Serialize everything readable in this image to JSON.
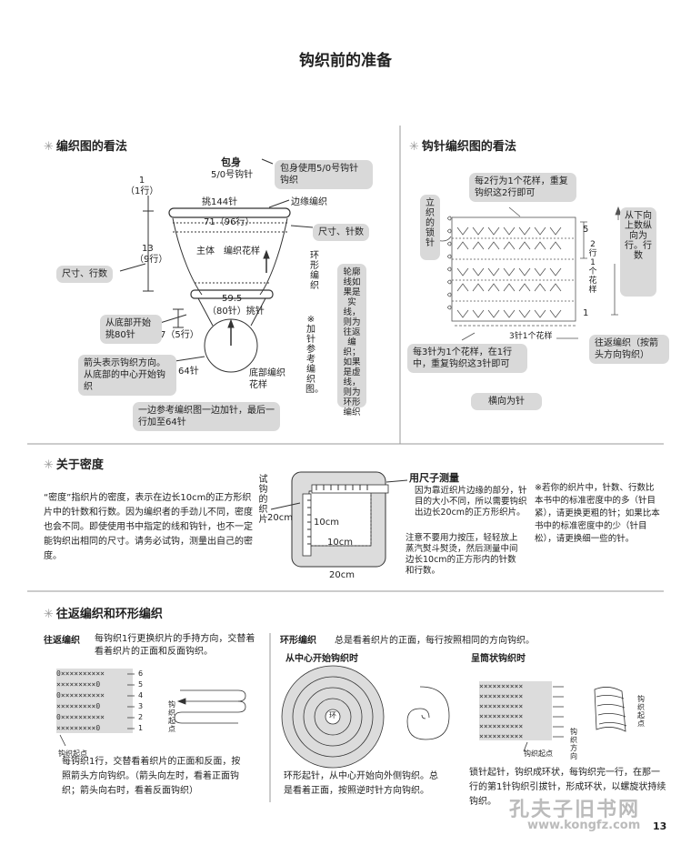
{
  "page_title": "钩织前的准备",
  "sec1": {
    "title": "编织图的看法",
    "bag_label": "包身",
    "needle": "5/0号钩针",
    "bag_note": "包身使用5/0号钩针钩织",
    "one": "1",
    "one_row": "（1行）",
    "pick": "挑144针",
    "edge": "边缘编织",
    "w71": "71（96行）",
    "size_needle": "尺寸、针数",
    "h13": "13",
    "row9": "（9行）",
    "main": "主体　编织花样",
    "size_rows": "尺寸、行数",
    "ring": "环形编织",
    "w595": "59.5",
    "st80": "（80针）挑针",
    "rows5": "7（5行）",
    "from_bottom": "从底部开始挑80针",
    "arrow_note": "箭头表示钩织方向。从底部的中心开始钩织",
    "st64": "64针",
    "bottom": "底部编织花样",
    "inc_note": "一边参考编织图一边加针，最后一行加至64针",
    "ref_note": "※加针参考编织图。",
    "outline_note": "轮廓线如果是实线，则为往返编织；如果是虚线，则为环形编织"
  },
  "sec2": {
    "title": "钩针编织图的看法",
    "repeat2": "每2行为1个花样，重复钩织这2行即可",
    "chain": "立织的锁针",
    "vertical": "从下向上数纵向为行。行数",
    "two_rows": "2行1个花样",
    "row5": "5",
    "row1": "1",
    "three_st": "3针1个花样",
    "repeat3": "每3针为1个花样，在1行中，重复钩织这3针即可",
    "return_note": "往返编织（按箭头方向钩织）",
    "horizontal": "横向为针"
  },
  "sec3": {
    "title": "关于密度",
    "density_text": "“密度”指织片的密度，表示在边长10cm的正方形织片中的针数和行数。因为编织者的手劲儿不同，密度也会不同。即使使用书中指定的线和钩针，也不一定能钩织出相同的尺寸。请务必试钩，测量出自己的密度。",
    "swatch": "试钩的织片",
    "cm20a": "20cm",
    "cm20b": "20cm",
    "cm10a": "10cm",
    "cm10b": "10cm",
    "ruler": "用尺子测量",
    "ruler_note": "因为靠近织片边缘的部分，针目的大小不同，所以需要钩织出边长20cm的正方形织片。",
    "press_note": "注意不要用力按压，轻轻放上蒸汽熨斗熨烫，然后测量中间边长10cm的正方形内的针数和行数。",
    "star_note": "※若你的织片中，针数、行数比本书中的标准密度中的多（针目紧），请更换更粗的针；如果比本书中的标准密度中的少（针目松），请更换细一些的针。"
  },
  "sec4": {
    "title": "往返编织和环形编织",
    "flat_label": "往返编织",
    "flat_desc": "每钩织1行更换织片的手持方向，交替着看着织片的正面和反面钩织。",
    "flat_rows": [
      "6",
      "5",
      "4",
      "3",
      "2",
      "1"
    ],
    "flat_start": "钩织起点",
    "flat_dir": "钩织起点",
    "flat_note": "每钩织1行，交替看着织片的正面和反面，按照箭头方向钩织。（箭头向左时，看着正面钩织；箭头向右时，看着反面钩织）",
    "round_label": "环形编织",
    "round_desc": "总是看着织片的正面，每行按照相同的方向钩织。",
    "center_title": "从中心开始钩织时",
    "center_note": "环形起针，从中心开始向外侧钩织。总是看着正面，按照逆时针方向钩织。",
    "center_mark": "环",
    "tube_title": "呈筒状钩织时",
    "tube_start": "钩织起点",
    "tube_dir": "钩织方向",
    "tube_start2": "钩织起点",
    "tube_note": "锁针起针，钩织成环状，每钩织完一行，在那一行的第1针钩织引拔针，形成环状，以螺旋状持续钩织。"
  },
  "page_number": "13",
  "watermark_cn": "孔夫子旧书网",
  "watermark_url": "www.kongfz.com"
}
